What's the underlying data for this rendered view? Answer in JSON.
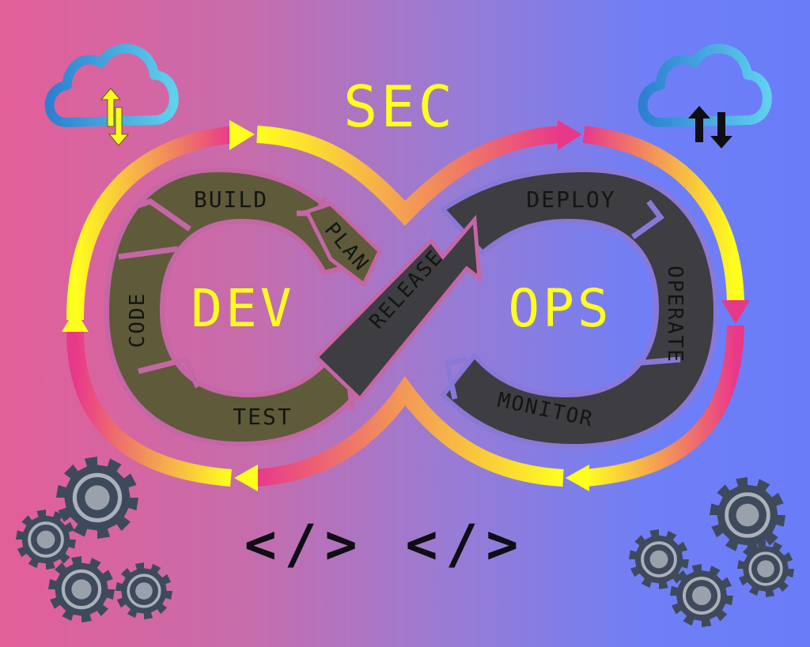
{
  "title": "SEC",
  "dev_label": "DEV",
  "ops_label": "OPS",
  "stages": {
    "build": "BUILD",
    "plan": "PLAN",
    "code": "CODE",
    "test": "TEST",
    "release": "RELEASE",
    "deploy": "DEPLOY",
    "operate": "OPERATE",
    "monitor": "MONITOR"
  },
  "code_symbol": "</> </>",
  "colors": {
    "dev_segment": "#5e5a3a",
    "ops_segment": "#3d3d42",
    "accent_yellow": "#ffff1e",
    "accent_pink": "#e8388a",
    "cloud": "#3aa9e0",
    "gear": "#3e4a5c"
  },
  "icons": [
    "cloud-upload-download-icon-left",
    "cloud-upload-download-icon-right",
    "gear-icon"
  ]
}
